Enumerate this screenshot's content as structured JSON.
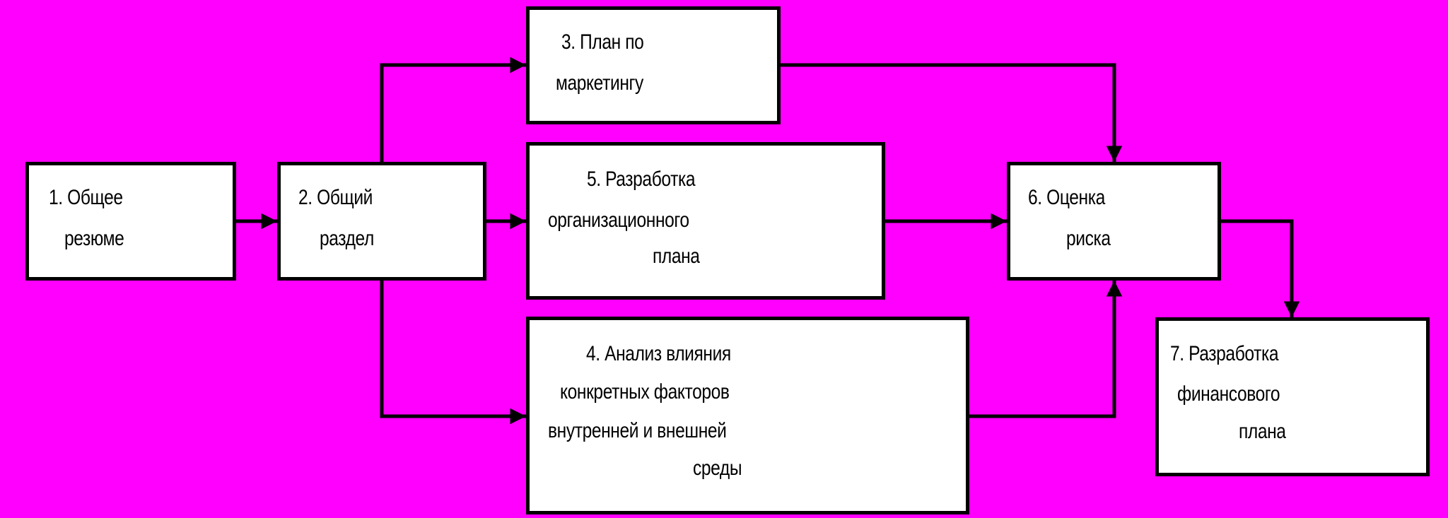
{
  "colors": {
    "background": "#ff00ff",
    "box_fill": "#ffffff",
    "stroke": "#000000"
  },
  "boxes": {
    "b1": {
      "lines": [
        "1. Общее",
        "резюме"
      ]
    },
    "b2": {
      "lines": [
        "2. Общий",
        "раздел"
      ]
    },
    "b3": {
      "lines": [
        "3. План по",
        "маркетингу"
      ]
    },
    "b4": {
      "lines": [
        "4. Анализ влияния",
        "конкретных факторов",
        "внутренней и внешней",
        "среды"
      ]
    },
    "b5": {
      "lines": [
        "5. Разработка",
        "организационного",
        "плана"
      ]
    },
    "b6": {
      "lines": [
        "6. Оценка",
        "риска"
      ]
    },
    "b7": {
      "lines": [
        "7. Разработка",
        "финансового",
        "плана"
      ]
    }
  },
  "connections": [
    {
      "from": "1",
      "to": "2"
    },
    {
      "from": "2",
      "to": "3"
    },
    {
      "from": "2",
      "to": "5"
    },
    {
      "from": "2",
      "to": "4"
    },
    {
      "from": "3",
      "to": "6"
    },
    {
      "from": "5",
      "to": "6"
    },
    {
      "from": "4",
      "to": "6"
    },
    {
      "from": "6",
      "to": "7"
    }
  ]
}
